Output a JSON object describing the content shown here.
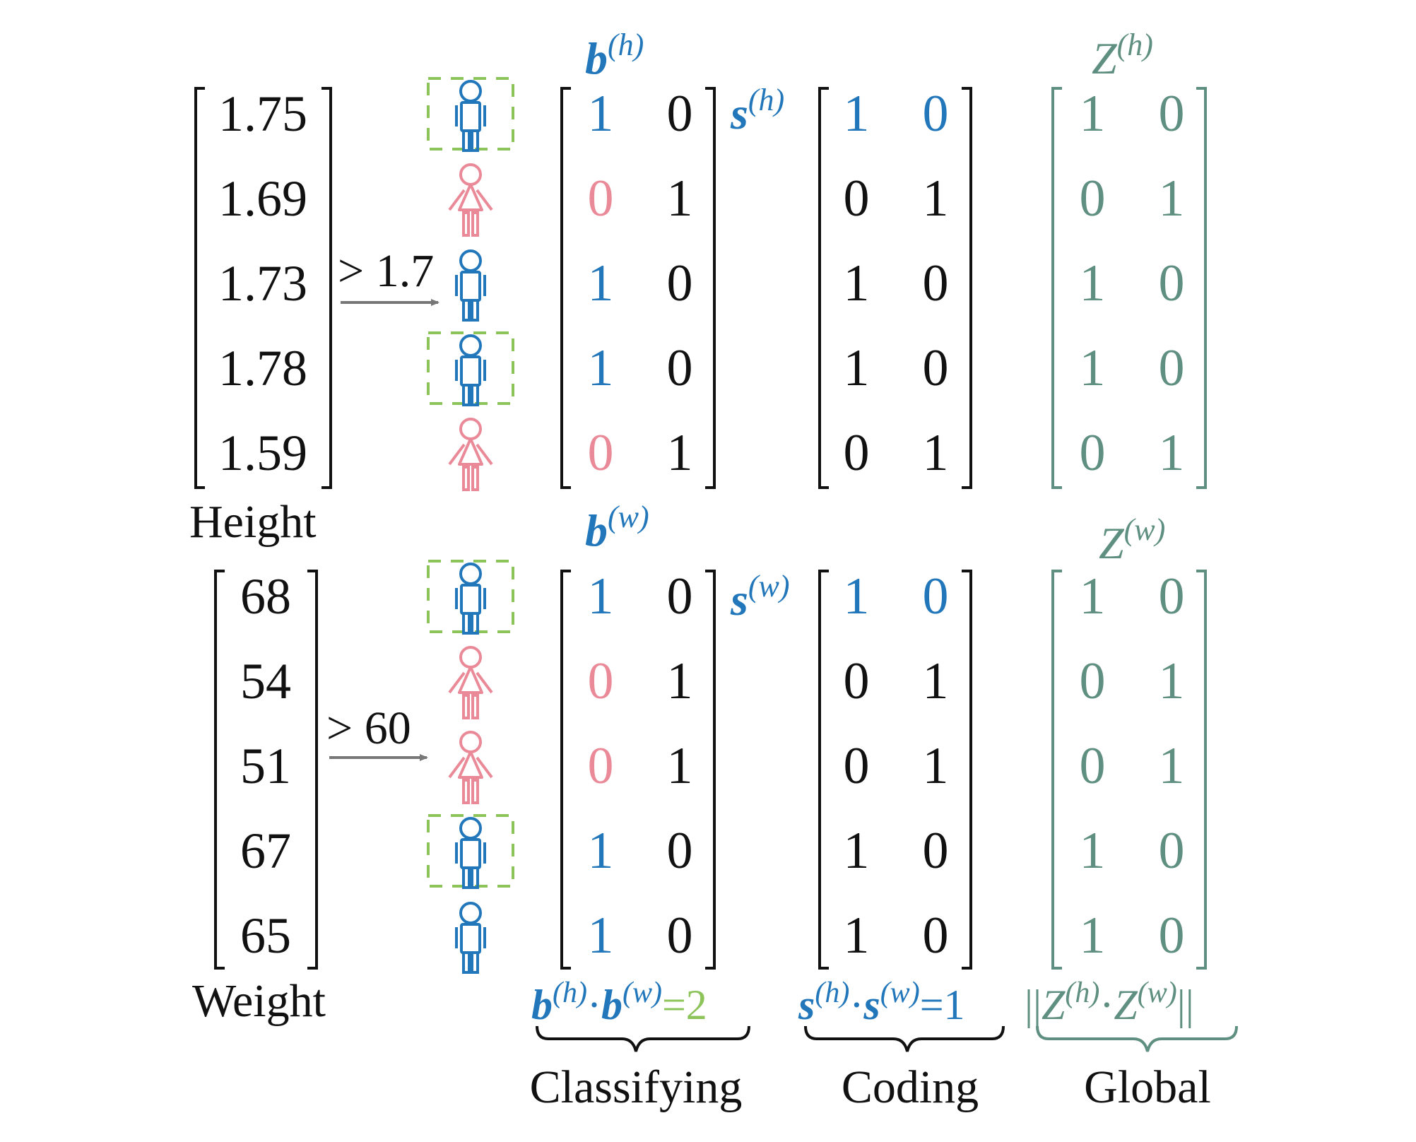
{
  "colors": {
    "black": "#111111",
    "blue": "#2277bb",
    "pink": "#ea8a98",
    "teal": "#5f8f80",
    "green": "#8cc45a",
    "arrow": "#777777"
  },
  "icon_names": {
    "male": "male-person-icon",
    "female": "female-person-icon"
  },
  "height": {
    "label": "Height",
    "values": [
      "1.75",
      "1.69",
      "1.73",
      "1.78",
      "1.59"
    ],
    "threshold_label": "> 1.7",
    "people": [
      "male",
      "female",
      "male",
      "male",
      "female"
    ],
    "highlighted": [
      true,
      false,
      false,
      true,
      false
    ],
    "b_label": "b",
    "b_sup": "(h)",
    "b_matrix": [
      [
        "1",
        "0"
      ],
      [
        "0",
        "1"
      ],
      [
        "1",
        "0"
      ],
      [
        "1",
        "0"
      ],
      [
        "0",
        "1"
      ]
    ],
    "s_label": "s",
    "s_sup": "(h)",
    "s_matrix": [
      [
        "1",
        "0"
      ],
      [
        "0",
        "1"
      ],
      [
        "1",
        "0"
      ],
      [
        "1",
        "0"
      ],
      [
        "0",
        "1"
      ]
    ],
    "z_label": "Z",
    "z_sup": "(h)",
    "z_matrix": [
      [
        "1",
        "0"
      ],
      [
        "0",
        "1"
      ],
      [
        "1",
        "0"
      ],
      [
        "1",
        "0"
      ],
      [
        "0",
        "1"
      ]
    ]
  },
  "weight": {
    "label": "Weight",
    "values": [
      "68",
      "54",
      "51",
      "67",
      "65"
    ],
    "threshold_label": "> 60",
    "people": [
      "male",
      "female",
      "female",
      "male",
      "male"
    ],
    "highlighted": [
      true,
      false,
      false,
      true,
      false
    ],
    "b_label": "b",
    "b_sup": "(w)",
    "b_matrix": [
      [
        "1",
        "0"
      ],
      [
        "0",
        "1"
      ],
      [
        "0",
        "1"
      ],
      [
        "1",
        "0"
      ],
      [
        "1",
        "0"
      ]
    ],
    "s_label": "s",
    "s_sup": "(w)",
    "s_matrix": [
      [
        "1",
        "0"
      ],
      [
        "0",
        "1"
      ],
      [
        "0",
        "1"
      ],
      [
        "1",
        "0"
      ],
      [
        "1",
        "0"
      ]
    ],
    "z_label": "Z",
    "z_sup": "(w)",
    "z_matrix": [
      [
        "1",
        "0"
      ],
      [
        "0",
        "1"
      ],
      [
        "0",
        "1"
      ],
      [
        "1",
        "0"
      ],
      [
        "1",
        "0"
      ]
    ]
  },
  "formulas": {
    "classifying": {
      "a": "b",
      "a_sup": "(h)",
      "dot": "·",
      "b": "b",
      "b_sup": "(w)",
      "rhs": "=2"
    },
    "coding": {
      "a": "s",
      "a_sup": "(h)",
      "dot": "·",
      "b": "s",
      "b_sup": "(w)",
      "rhs": "=1"
    },
    "global": {
      "open": "||",
      "a": "Z",
      "a_sup": "(h)",
      "dot": "·",
      "b": "Z",
      "b_sup": "(w)",
      "close": "||"
    }
  },
  "section_labels": {
    "classifying": "Classifying",
    "coding": "Coding",
    "global": "Global"
  }
}
